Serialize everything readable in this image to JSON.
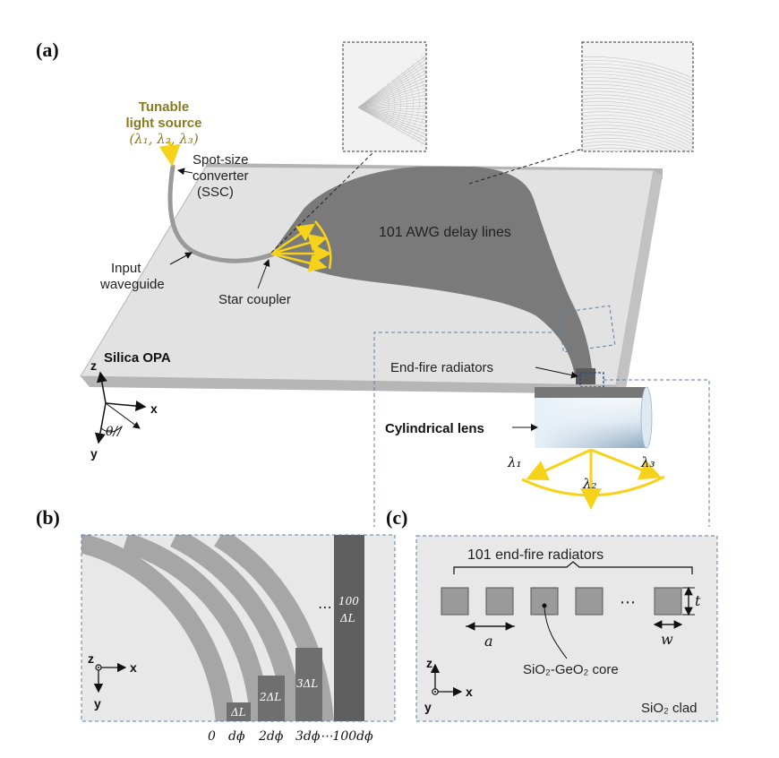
{
  "panels": {
    "a": "(a)",
    "b": "(b)",
    "c": "(c)"
  },
  "source": {
    "title_line1": "Tunable",
    "title_line2": "light source",
    "wavelengths": "(λ₁, λ₂, λ₃)"
  },
  "labels": {
    "ssc_line1": "Spot-size",
    "ssc_line2": "converter",
    "ssc_line3": "(SSC)",
    "input_line1": "Input",
    "input_line2": "waveguide",
    "star_coupler": "Star coupler",
    "awg": "101 AWG delay lines",
    "silica_opa": "Silica OPA",
    "end_fire": "End-fire radiators",
    "cyl_lens": "Cylindrical lens"
  },
  "axes_a": {
    "z": "z",
    "x": "x",
    "y": "y",
    "theta": "θ//"
  },
  "beams": {
    "l1": "λ₁",
    "l2": "λ₂",
    "l3": "λ₃"
  },
  "panel_b": {
    "delays": [
      "ΔL",
      "2ΔL",
      "3ΔL"
    ],
    "delay_last_line1": "100",
    "delay_last_line2": "ΔL",
    "ellipsis": "⋯",
    "phases": [
      "0",
      "dϕ",
      "2dϕ",
      "3dϕ⋯100dϕ"
    ],
    "axis_z": "z",
    "axis_x": "x",
    "axis_y": "y"
  },
  "panel_c": {
    "title": "101 end-fire radiators",
    "ellipsis": "⋯",
    "pitch": "a",
    "width": "w",
    "thickness": "t",
    "core": "SiO₂-GeO₂ core",
    "clad": "SiO₂ clad",
    "axis_z": "z",
    "axis_x": "x",
    "axis_y": "y"
  },
  "colors": {
    "chip_top": "#e2e2e2",
    "chip_side": "#c6c6c6",
    "awg_fill": "#7a7a7a",
    "waveguide": "#9a9a9a",
    "beam_yellow": "#f6d31a",
    "source_text": "#8a7a1e",
    "dashed_box": "#5b7fa8"
  }
}
